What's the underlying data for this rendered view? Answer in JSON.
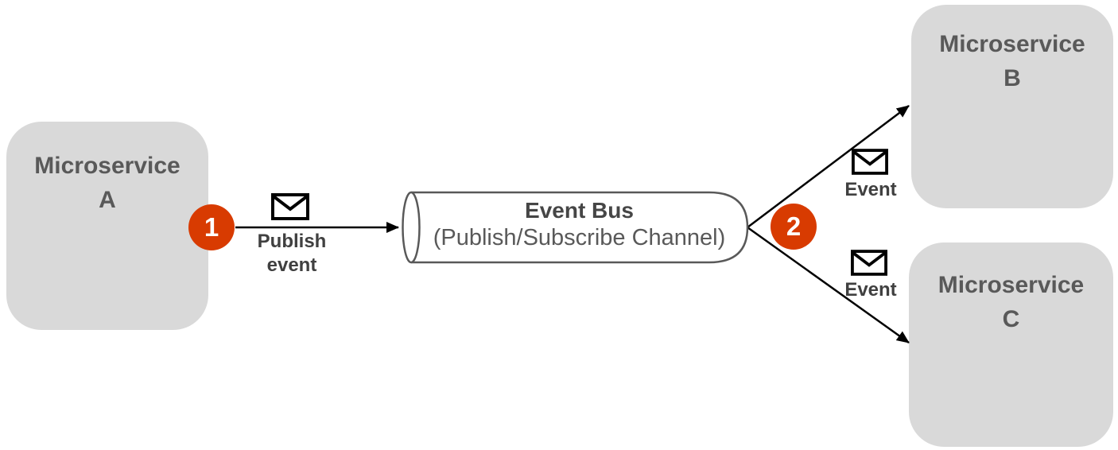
{
  "diagram": {
    "type": "event-bus-publish-subscribe",
    "services": {
      "a": {
        "line1": "Microservice",
        "line2": "A"
      },
      "b": {
        "line1": "Microservice",
        "line2": "B"
      },
      "c": {
        "line1": "Microservice",
        "line2": "C"
      }
    },
    "bus": {
      "title": "Event Bus",
      "subtitle": "(Publish/Subscribe Channel)"
    },
    "badges": {
      "step1": "1",
      "step2": "2"
    },
    "labels": {
      "publish": {
        "line1": "Publish",
        "line2": "event"
      },
      "event_to_b": "Event",
      "event_to_c": "Event"
    },
    "icons": {
      "publish_envelope": "envelope-icon",
      "event_b_envelope": "envelope-icon",
      "event_c_envelope": "envelope-icon"
    },
    "colors": {
      "service_fill": "#d9d9d9",
      "service_text": "#595959",
      "badge_fill": "#d83b01",
      "badge_text": "#ffffff",
      "bus_stroke": "#595959",
      "bus_title_text": "#464646",
      "bus_subtitle_text": "#595959",
      "arrow": "#000000",
      "flow_label_text": "#404040"
    }
  }
}
